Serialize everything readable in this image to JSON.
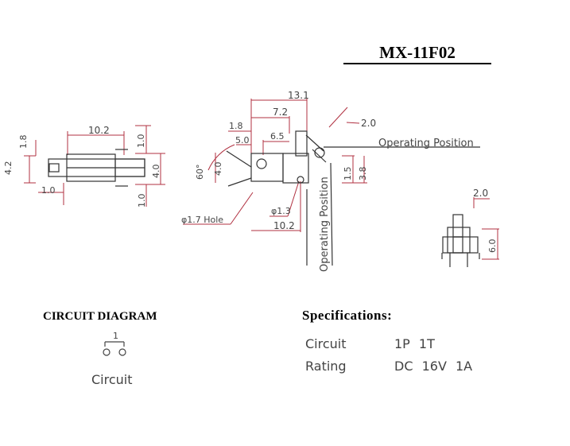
{
  "title": "MX-11F02",
  "dimensions": {
    "d_10_2_top": "10.2",
    "d_1_8_left": "1.8",
    "d_4_2": "4.2",
    "d_1_0_bl": "1.0",
    "d_1_0_tr": "1.0",
    "d_4_0_right": "4.0",
    "d_1_0_br": "1.0",
    "d_13_1": "13.1",
    "d_7_2": "7.2",
    "d_1_8_mid": "1.8",
    "d_6_5": "6.5",
    "d_5_0": "5.0",
    "d_2_0_top": "2.0",
    "d_60": "60°",
    "d_4_0_mid": "4.0",
    "d_1_5": "1.5",
    "d_3_8": "3.8",
    "d_phi_1_3": "φ1.3",
    "d_10_2_bottom": "10.2",
    "d_phi_1_7_hole": "φ1.7 Hole",
    "d_2_0_right": "2.0",
    "d_6_0": "6.0"
  },
  "operating_position_h": "Operating Position",
  "operating_position_v": "Operating Position",
  "circuit_diagram": {
    "heading": "CIRCUIT DIAGRAM",
    "pin_number": "1",
    "label": "Circuit"
  },
  "specifications": {
    "heading": "Specifications:",
    "rows": [
      {
        "key": "Circuit",
        "value": "1P 1T"
      },
      {
        "key": "Rating",
        "value": "DC 16V 1A"
      }
    ]
  },
  "colors": {
    "line": "#333333",
    "dimension": "#b03040",
    "text": "#444444"
  }
}
